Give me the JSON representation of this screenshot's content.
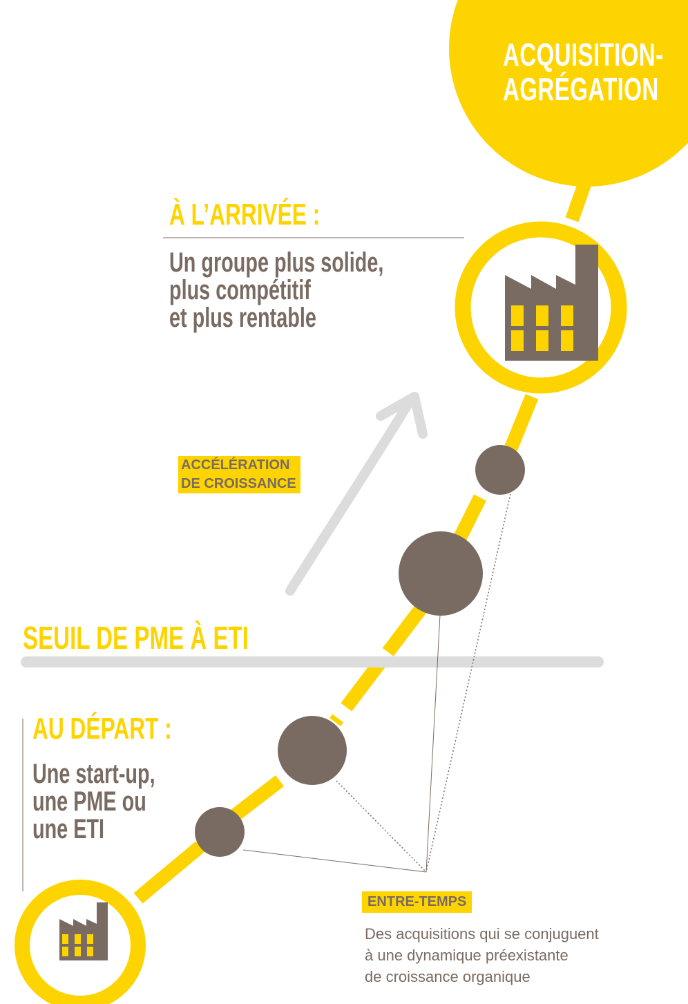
{
  "title": [
    "ACQUISITION-",
    "AGRÉGATION"
  ],
  "arrivee": {
    "heading": "À L’ARRIVÉE :",
    "lines": [
      "Un groupe plus solide,",
      "plus compétitif",
      "et plus rentable"
    ]
  },
  "acceleration": [
    "ACCÉLÉRATION",
    "DE CROISSANCE"
  ],
  "seuil": "SEUIL DE PME À ETI",
  "depart": {
    "heading": "AU DÉPART :",
    "lines": [
      "Une start-up,",
      "une PME ou",
      "une ETI"
    ]
  },
  "entre_temps": {
    "label": "ENTRE-TEMPS",
    "lines": [
      "Des acquisitions qui se conjuguent",
      "à une dynamique préexistante",
      "de croissance organique"
    ]
  },
  "colors": {
    "yellow": "#fdd400",
    "brown": "#7a6b62",
    "grey": "#dcdcdc"
  },
  "icons": [
    "factory-icon-large",
    "factory-icon-small"
  ]
}
